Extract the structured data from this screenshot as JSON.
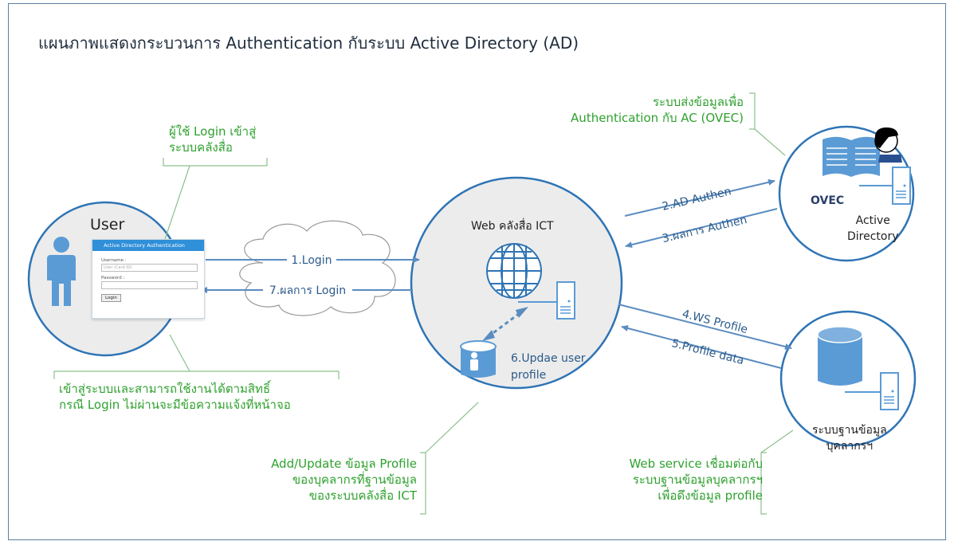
{
  "title": "แผนภาพแสดงกระบวนการ Authentication กับระบบ Active Directory (AD)",
  "notes": {
    "user_login": [
      "ผู้ใช้ Login เข้าสู่",
      "ระบบคลังสื่อ"
    ],
    "ovec_send": [
      "ระบบส่งข้อมูลเพื่อ",
      "Authentication กับ AC (OVEC)"
    ],
    "access_result": [
      "เข้าสู่ระบบและสามารถใช้งานได้ตามสิทธิ์",
      "กรณี Login ไม่ผ่านจะมีข้อความแจ้งที่หน้าจอ"
    ],
    "add_update": [
      "Add/Update ข้อมูล Profile",
      "ของบุคลากรที่ฐานข้อมูล",
      "ของระบบคลังสื่อ ICT"
    ],
    "web_service": [
      "Web service เชื่อมต่อกับ",
      "ระบบฐานข้อมูลบุคลากรฯ",
      "เพื่อดึงข้อมูล profile"
    ]
  },
  "nodes": {
    "user": "User",
    "web": "Web คลังสื่อ ICT",
    "update_profile": [
      "6.Updae user",
      "profile"
    ],
    "ovec": "OVEC",
    "active_directory": [
      "Active",
      "Directory"
    ],
    "hr_db": [
      "ระบบฐานข้อมูล",
      "บุคลากรฯ"
    ]
  },
  "login_form": {
    "header": "Active Directory Authentication",
    "username_label": "Username :",
    "username_placeholder": "User (Card ID)",
    "password_label": "Password :",
    "login_button": "Login"
  },
  "flows": {
    "f1": "1.Login",
    "f7": "7.ผลการ Login",
    "f2": "2.AD Authen",
    "f3": "3.ผลการ Authen",
    "f4": "4.WS Profile",
    "f5": "5.Profile data"
  },
  "colors": {
    "circle_fill": "#ececec",
    "circle_stroke": "#2e74b5",
    "arrow": "#5b8cc0",
    "icon_blue": "#5b9bd5",
    "note_green": "#2fa12f",
    "bracket_green": "#8cc08c"
  }
}
